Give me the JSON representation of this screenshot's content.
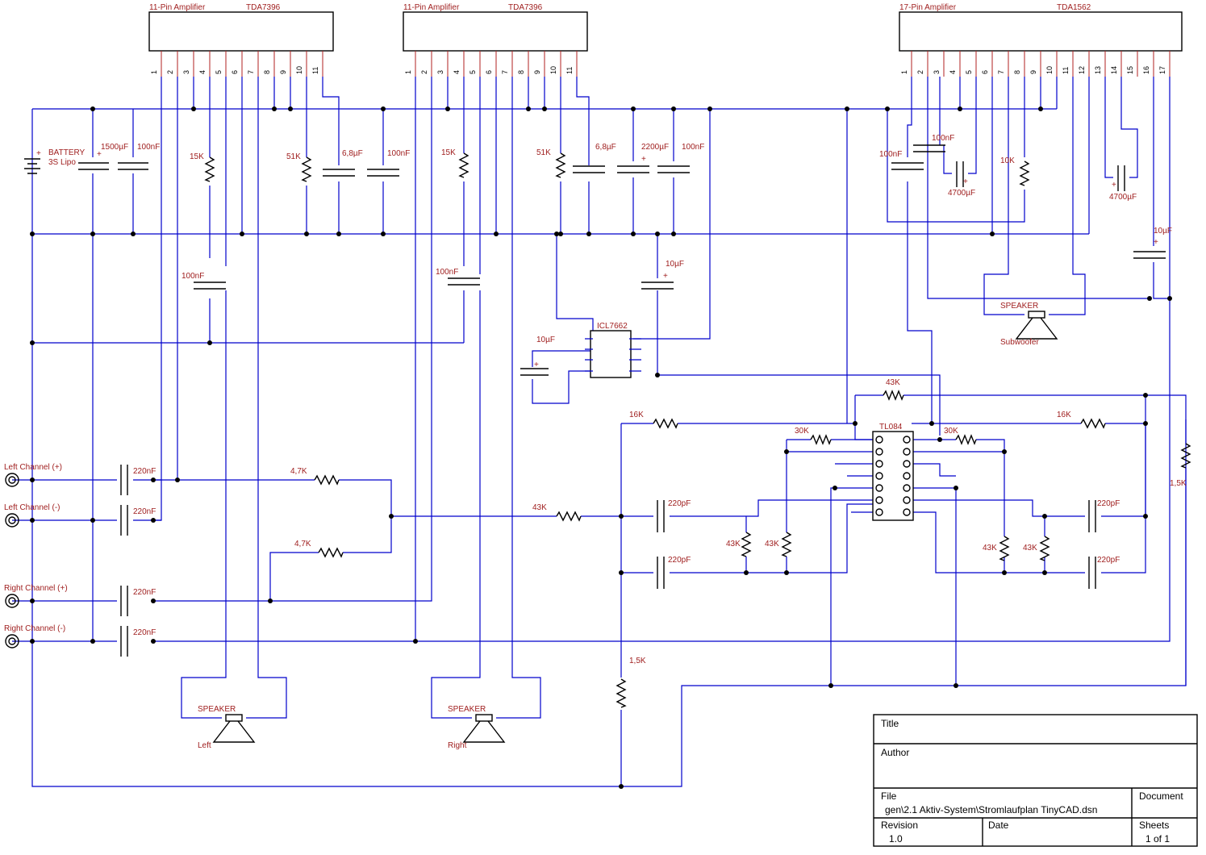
{
  "amplifiers": [
    {
      "label": "11-Pin Amplifier",
      "part": "TDA7396",
      "pins": [
        "1",
        "2",
        "3",
        "4",
        "5",
        "6",
        "7",
        "8",
        "9",
        "10",
        "11"
      ]
    },
    {
      "label": "11-Pin Amplifier",
      "part": "TDA7396",
      "pins": [
        "1",
        "2",
        "3",
        "4",
        "5",
        "6",
        "7",
        "8",
        "9",
        "10",
        "11"
      ]
    },
    {
      "label": "17-Pin Amplifier",
      "part": "TDA1562",
      "pins": [
        "1",
        "2",
        "3",
        "4",
        "5",
        "6",
        "7",
        "8",
        "9",
        "10",
        "11",
        "12",
        "13",
        "14",
        "15",
        "16",
        "17"
      ]
    }
  ],
  "battery": {
    "name": "BATTERY",
    "type": "3S Lipo"
  },
  "components": {
    "c_1500u": "1500µF",
    "c_100n_a": "100nF",
    "r_15k_a": "15K",
    "r_51k_a": "51K",
    "c_6u8_a": "6,8µF",
    "c_100n_b": "100nF",
    "r_15k_b": "15K",
    "r_51k_b": "51K",
    "c_6u8_b": "6,8µF",
    "c_2200u": "2200µF",
    "c_100n_c": "100nF",
    "c_100n_d": "100nF",
    "c_100n_e": "100nF",
    "c_4700u_a": "4700µF",
    "r_10k": "10K",
    "c_4700u_b": "4700µF",
    "c_10u_a": "10µF",
    "c_100n_f": "100nF",
    "c_100n_g": "100nF",
    "c_10u_b": "10µF",
    "c_10u_c": "10µF",
    "c_220n_1": "220nF",
    "c_220n_2": "220nF",
    "c_220n_3": "220nF",
    "c_220n_4": "220nF",
    "r_4k7_a": "4,7K",
    "r_4k7_b": "4,7K",
    "r_43k_in": "43K",
    "r_16k_a": "16K",
    "r_16k_b": "16K",
    "r_43k_top": "43K",
    "r_30k_a": "30K",
    "r_30k_b": "30K",
    "c_220p_a": "220pF",
    "c_220p_b": "220pF",
    "c_220p_c": "220pF",
    "c_220p_d": "220pF",
    "r_43k_1": "43K",
    "r_43k_2": "43K",
    "r_43k_3": "43K",
    "r_43k_4": "43K",
    "r_1k5_a": "1,5K",
    "r_1k5_b": "1,5K"
  },
  "ics": {
    "charge_pump": "ICL7662",
    "opamp": "TL084"
  },
  "inputs": {
    "left_pos": "Left Channel (+)",
    "left_neg": "Left Channel (-)",
    "right_pos": "Right Channel (+)",
    "right_neg": "Right Channel (-)"
  },
  "speakers": [
    {
      "label": "SPEAKER",
      "name": "Left"
    },
    {
      "label": "SPEAKER",
      "name": "Right"
    },
    {
      "label": "SPEAKER",
      "name": "Subwoofer"
    }
  ],
  "title_block": {
    "title_label": "Title",
    "title_value": "",
    "author_label": "Author",
    "author_value": "",
    "file_label": "File",
    "file_value": "gen\\2.1 Aktiv-System\\Stromlaufplan TinyCAD.dsn",
    "document_label": "Document",
    "revision_label": "Revision",
    "revision_value": "1.0",
    "date_label": "Date",
    "date_value": "",
    "sheets_label": "Sheets",
    "sheets_value": "1 of 1"
  }
}
